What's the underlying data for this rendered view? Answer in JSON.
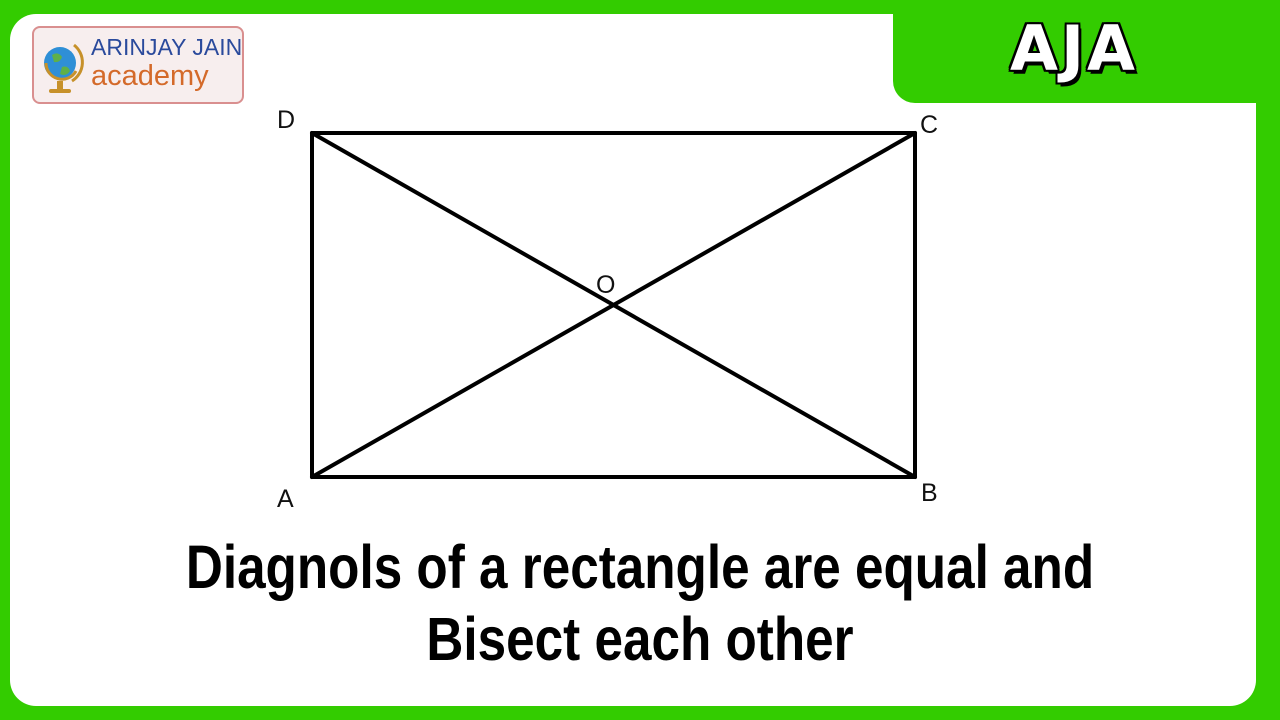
{
  "logo": {
    "line1": "ARINJAY JAIN",
    "line2": "academy",
    "icon": "globe-icon",
    "colors": {
      "line1": "#2a4a9c",
      "line2": "#d46a2a"
    }
  },
  "corner_badge": "AJA",
  "diagram": {
    "shape": "rectangle",
    "vertices": {
      "A": "A",
      "B": "B",
      "C": "C",
      "D": "D",
      "O": "O"
    },
    "segments": [
      "AB",
      "BC",
      "CD",
      "DA",
      "AC",
      "BD"
    ]
  },
  "caption": {
    "line1": "Diagnols of a rectangle are equal and",
    "line2": "Bisect each other"
  },
  "colors": {
    "border": "#33cc00",
    "background": "#ffffff",
    "lines": "#000000"
  }
}
